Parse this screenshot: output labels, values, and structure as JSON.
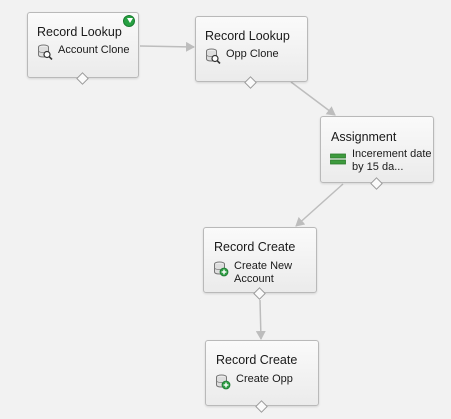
{
  "flow": {
    "nodes": [
      {
        "type": "Record Lookup",
        "label": "Account Clone",
        "icon": "record-lookup-icon"
      },
      {
        "type": "Record Lookup",
        "label": "Opp Clone",
        "icon": "record-lookup-icon"
      },
      {
        "type": "Assignment",
        "label": "Incerement date by 15 da...",
        "icon": "assignment-icon"
      },
      {
        "type": "Record Create",
        "label": "Create New Account",
        "icon": "record-create-icon"
      },
      {
        "type": "Record Create",
        "label": "Create Opp",
        "icon": "record-create-icon"
      }
    ],
    "start_badge": "start-element-icon",
    "colors": {
      "canvas": "#f2f2f2",
      "connector": "#bdbdbd",
      "node_border": "#b9b9b9",
      "start_badge": "#27a142",
      "assignment_icon": "#3d9a3d"
    }
  }
}
